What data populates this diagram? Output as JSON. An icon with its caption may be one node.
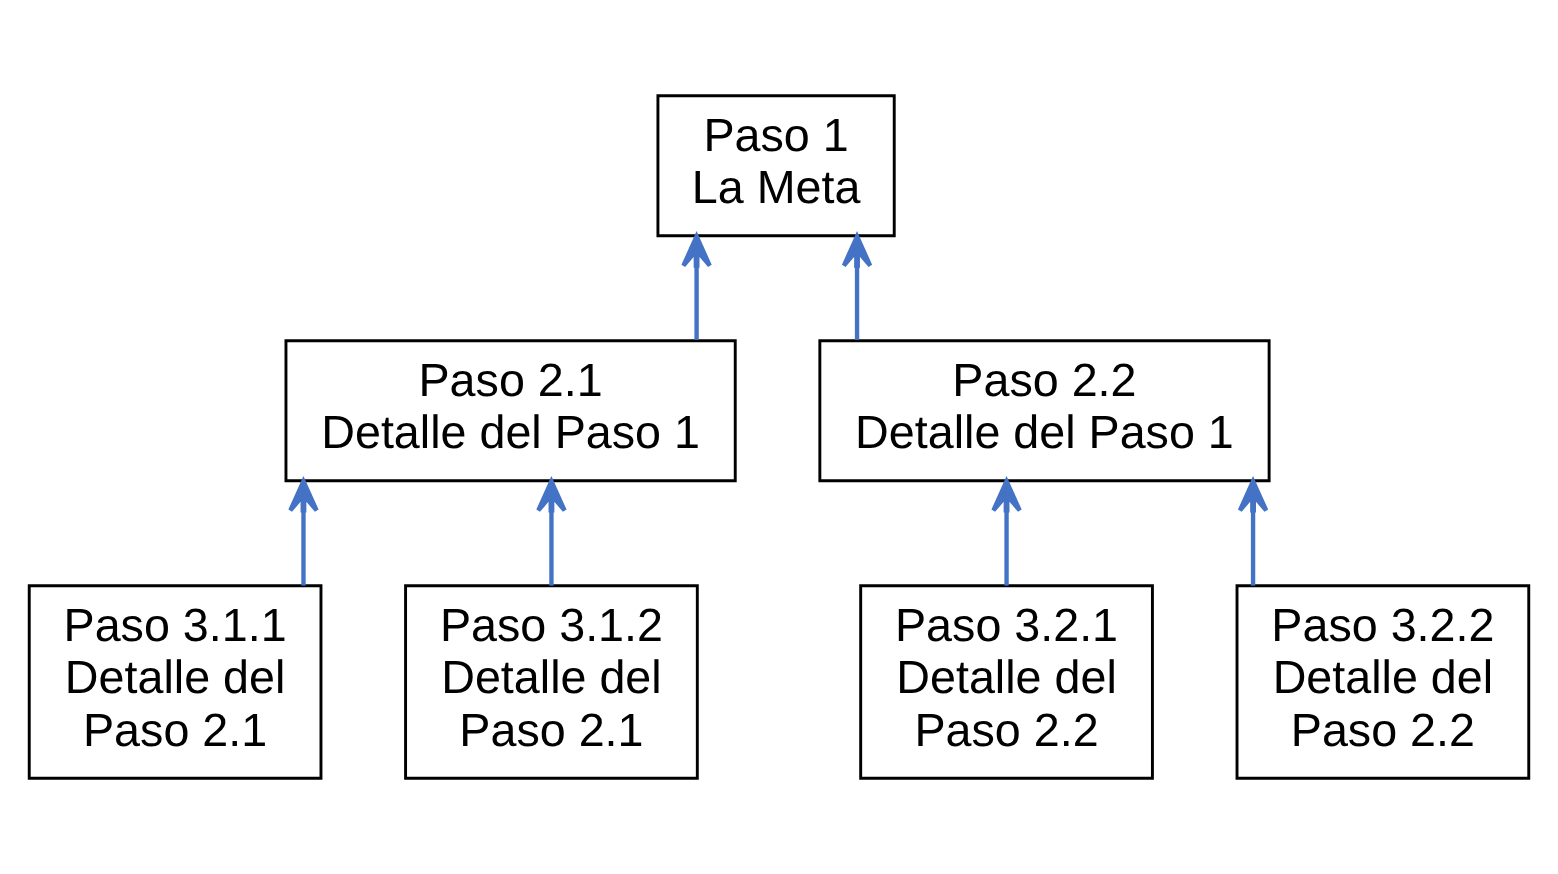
{
  "diagram": {
    "nodes": [
      {
        "text": [
          "Paso 1",
          "La Meta"
        ]
      },
      {
        "text": [
          "Paso 2.1",
          "Detalle del Paso 1"
        ]
      },
      {
        "text": [
          "Paso 2.2",
          "Detalle del Paso 1"
        ]
      },
      {
        "text": [
          "Paso 3.1.1",
          "Detalle del Paso 2.1"
        ]
      },
      {
        "text": [
          "Paso 3.1.2",
          "Detalle del Paso 2.1"
        ]
      },
      {
        "text": [
          "Paso 3.2.1",
          "Detalle del Paso 2.2"
        ]
      },
      {
        "text": [
          "Paso 3.2.2",
          "Detalle del Paso 2.2"
        ]
      }
    ],
    "edges": [
      {
        "from": 1,
        "to": 0,
        "arrow": "to"
      },
      {
        "from": 2,
        "to": 0,
        "arrow": "to"
      },
      {
        "from": 3,
        "to": 1,
        "arrow": "to"
      },
      {
        "from": 4,
        "to": 1,
        "arrow": "to"
      },
      {
        "from": 5,
        "to": 2,
        "arrow": "to"
      },
      {
        "from": 6,
        "to": 2,
        "arrow": "to"
      }
    ]
  }
}
